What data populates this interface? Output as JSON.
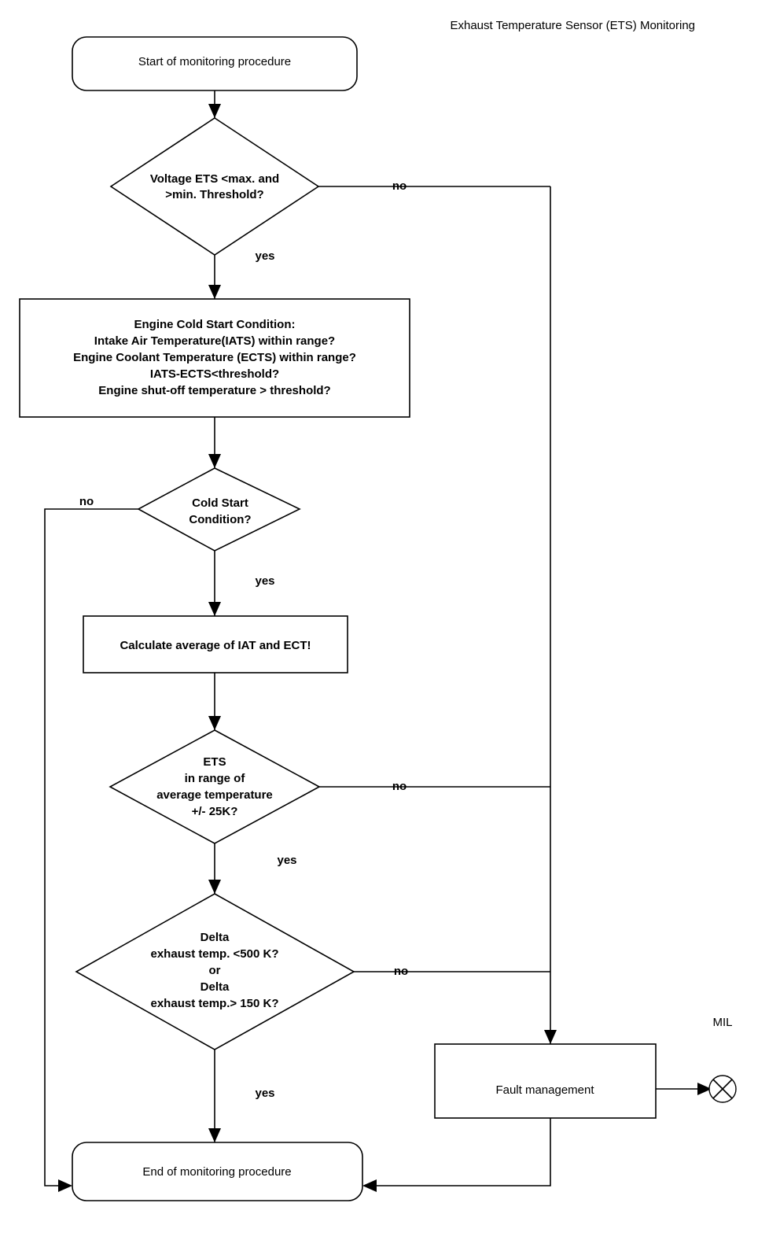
{
  "diagram": {
    "title": "Exhaust Temperature Sensor (ETS) Monitoring",
    "type": "flowchart"
  },
  "nodes": {
    "start": {
      "shape": "rounded-rectangle",
      "label": "Start of monitoring procedure"
    },
    "voltage_check": {
      "shape": "diamond",
      "line1": "Voltage ETS <max. and",
      "line2": ">min. Threshold?"
    },
    "cold_start_box": {
      "shape": "rectangle",
      "line1": "Engine Cold Start Condition:",
      "line2": "Intake Air Temperature(IATS) within range?",
      "line3": "Engine Coolant Temperature (ECTS)  within range?",
      "line4": "IATS-ECTS<threshold?",
      "line5": "Engine shut-off temperature > threshold?"
    },
    "cold_start_decision": {
      "shape": "diamond",
      "line1": "Cold Start",
      "line2": "Condition?"
    },
    "calculate_average": {
      "shape": "rectangle",
      "label": "Calculate average of IAT and ECT!"
    },
    "ets_range": {
      "shape": "diamond",
      "line1": "ETS",
      "line2": "in range of",
      "line3": "average temperature",
      "line4": "+/- 25K?"
    },
    "delta_exhaust": {
      "shape": "diamond",
      "line1": "Delta",
      "line2": "exhaust temp. <500 K?",
      "line3": "or",
      "line4": "Delta",
      "line5": "exhaust temp.> 150 K?"
    },
    "fault_management": {
      "shape": "rectangle",
      "label": "Fault management"
    },
    "end": {
      "shape": "rounded-rectangle",
      "label": "End of monitoring procedure"
    },
    "mil": {
      "shape": "circle-cross",
      "label": "MIL"
    }
  },
  "edge_labels": {
    "voltage_no": "no",
    "voltage_yes": "yes",
    "cold_start_no": "no",
    "cold_start_yes": "yes",
    "ets_no": "no",
    "ets_yes": "yes",
    "delta_no": "no",
    "delta_yes": "yes"
  },
  "colors": {
    "stroke": "#000000",
    "fill": "#ffffff",
    "text": "#000000"
  }
}
